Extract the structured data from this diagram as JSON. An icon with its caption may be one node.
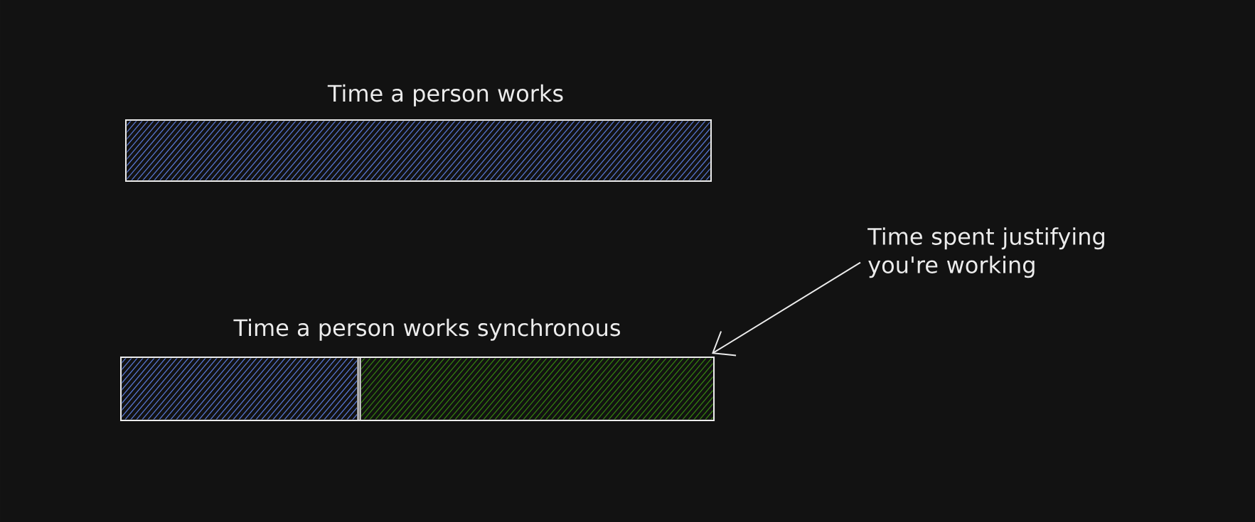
{
  "diagram": {
    "nodes": [
      {
        "text": [
          "Time a person works"
        ]
      },
      {
        "text": [
          "Time a person works synchronous"
        ]
      },
      {
        "text": [],
        "shape": "bar",
        "in": 1
      },
      {
        "text": [],
        "shape": "bar",
        "in": 1
      },
      {
        "text": [
          "Time spent justifying you're working"
        ]
      }
    ],
    "edges": [
      {
        "from": 4,
        "to": 3,
        "arrow": "to"
      }
    ]
  }
}
